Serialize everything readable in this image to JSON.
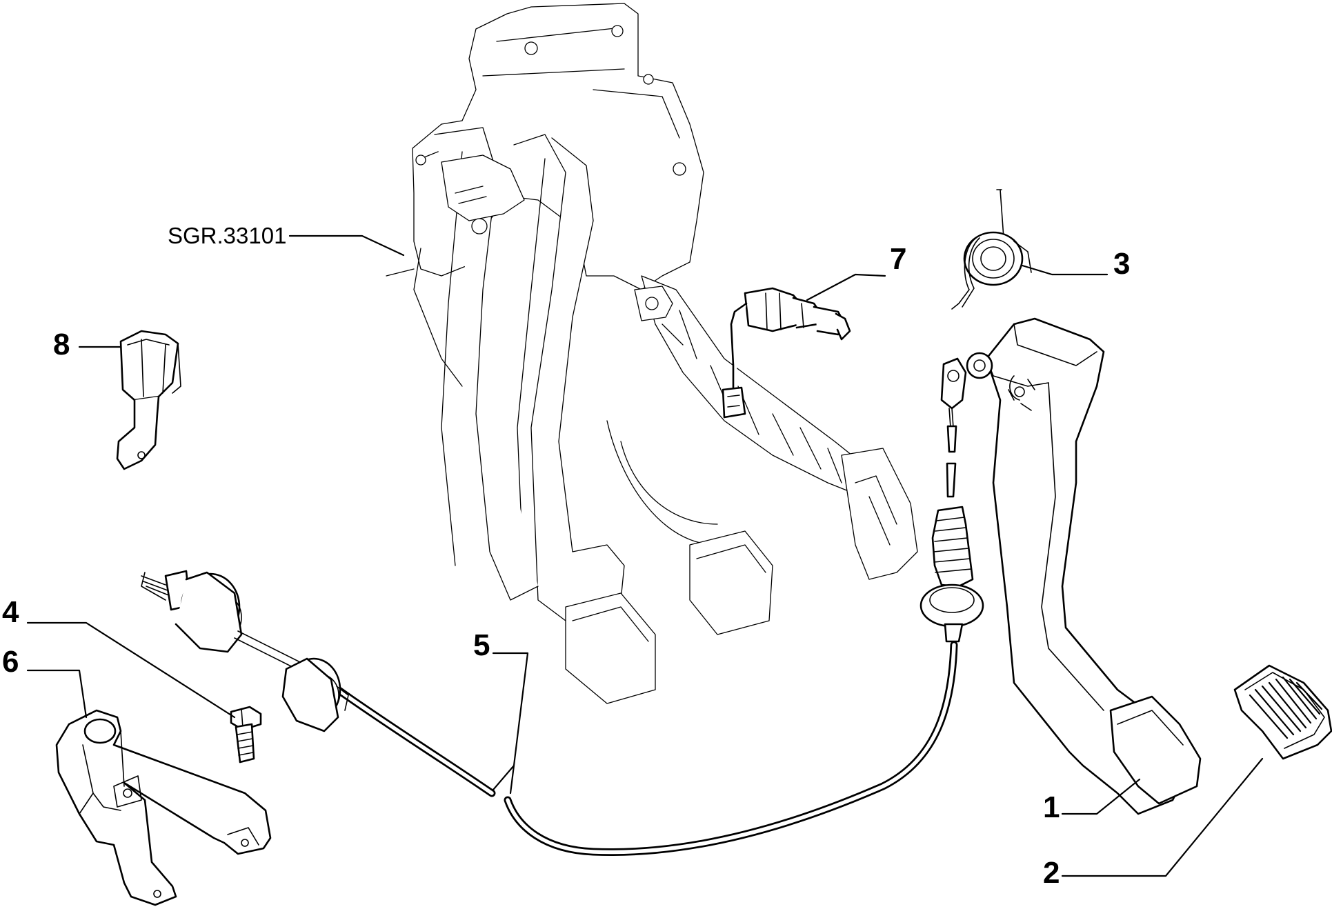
{
  "reference_label": "SGR.33101",
  "callouts": {
    "c1": "1",
    "c2": "2",
    "c3": "3",
    "c4": "4",
    "c5": "5",
    "c6": "6",
    "c7": "7",
    "c8": "8"
  }
}
